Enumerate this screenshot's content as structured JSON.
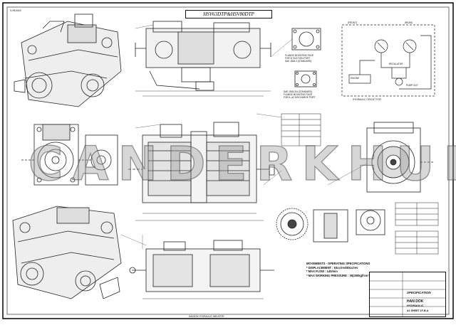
{
  "drawing": {
    "model_title": "HSV63DTP&HSV80DTP",
    "watermark": "CANDERKHUB",
    "corner_code": "S-HB-4600",
    "views": {
      "front": "(FRONT)",
      "rear": "(REAR)"
    },
    "callouts": {
      "flange_a": "FLANGE MOUNTING FACE\nFOR B' SUCTION PORT\nSAE J518-3 (STANDARD)",
      "flange_b": "SAE J518-3/4 (STANDARD)\nFLANGE MOUNTING FACE\nFOR A, A2 DISCHARGE PORT",
      "hydraulic_circuit": "HYDRAULIC CIRCUIT FOR",
      "engine": "ENGINE",
      "regulator": "REGULATOR",
      "pump_out": "PUMP OUT"
    }
  },
  "spec_block": {
    "heading": "MOVEMENTS - OPERATING SPECIFICATIONS",
    "lines": [
      "* DISPLACEMENT : 63cc/rev/80cc/rev",
      "* MAX FLOW : 140/min",
      "* MAX WORKING PRESSURE : 35(350kgf/cm²)"
    ]
  },
  "title_block": {
    "company_line1": "HAN DOK",
    "company_line2": "HYDRAULIC",
    "doc_label": "SPECIFICATION",
    "sheet_no": "A1 SHEET 1F-B-A",
    "footer": "HANDOK HYDRAULIC INDUSTRY"
  },
  "colors": {
    "line": "#111111",
    "watermark": "#8a8a8a",
    "background": "#ffffff"
  }
}
